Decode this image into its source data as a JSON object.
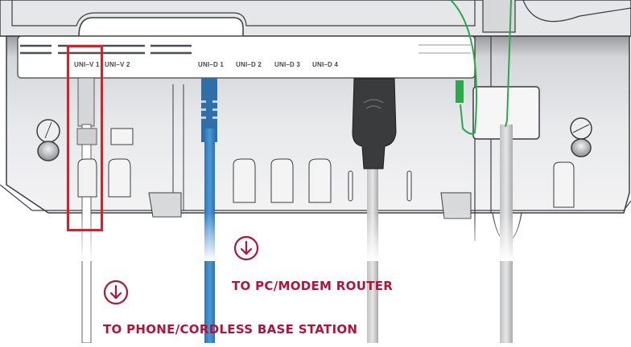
{
  "diagram": {
    "device": "modem-base-underside",
    "ports": [
      {
        "id": "uni-v1",
        "label": "UNI–V 1",
        "highlighted": true
      },
      {
        "id": "uni-v2",
        "label": "UNI–V 2"
      },
      {
        "id": "uni-d1",
        "label": "UNI–D 1"
      },
      {
        "id": "uni-d2",
        "label": "UNI–D 2"
      },
      {
        "id": "uni-d3",
        "label": "UNI–D 3"
      },
      {
        "id": "uni-d4",
        "label": "UNI–D 4"
      }
    ],
    "cables": [
      {
        "id": "phone-cable",
        "port": "uni-v1",
        "color": "#ffffff"
      },
      {
        "id": "ethernet-cable",
        "port": "uni-d1",
        "color": "#3a86c8"
      },
      {
        "id": "power-cable",
        "color": "#3a3a3a"
      },
      {
        "id": "fibre-cable",
        "color": "#2aa84a"
      }
    ],
    "captions": {
      "pc_router": "TO PC/MODEM ROUTER",
      "phone_base": "TO PHONE/CORDLESS BASE STATION"
    },
    "colors": {
      "accent_red": "#b3123a",
      "highlight_red": "#e31b23",
      "device_grey": "#e4e5e7",
      "outline": "#3a3d42",
      "ethernet_blue": "#3a86c8",
      "fibre_green": "#2aa84a"
    }
  }
}
